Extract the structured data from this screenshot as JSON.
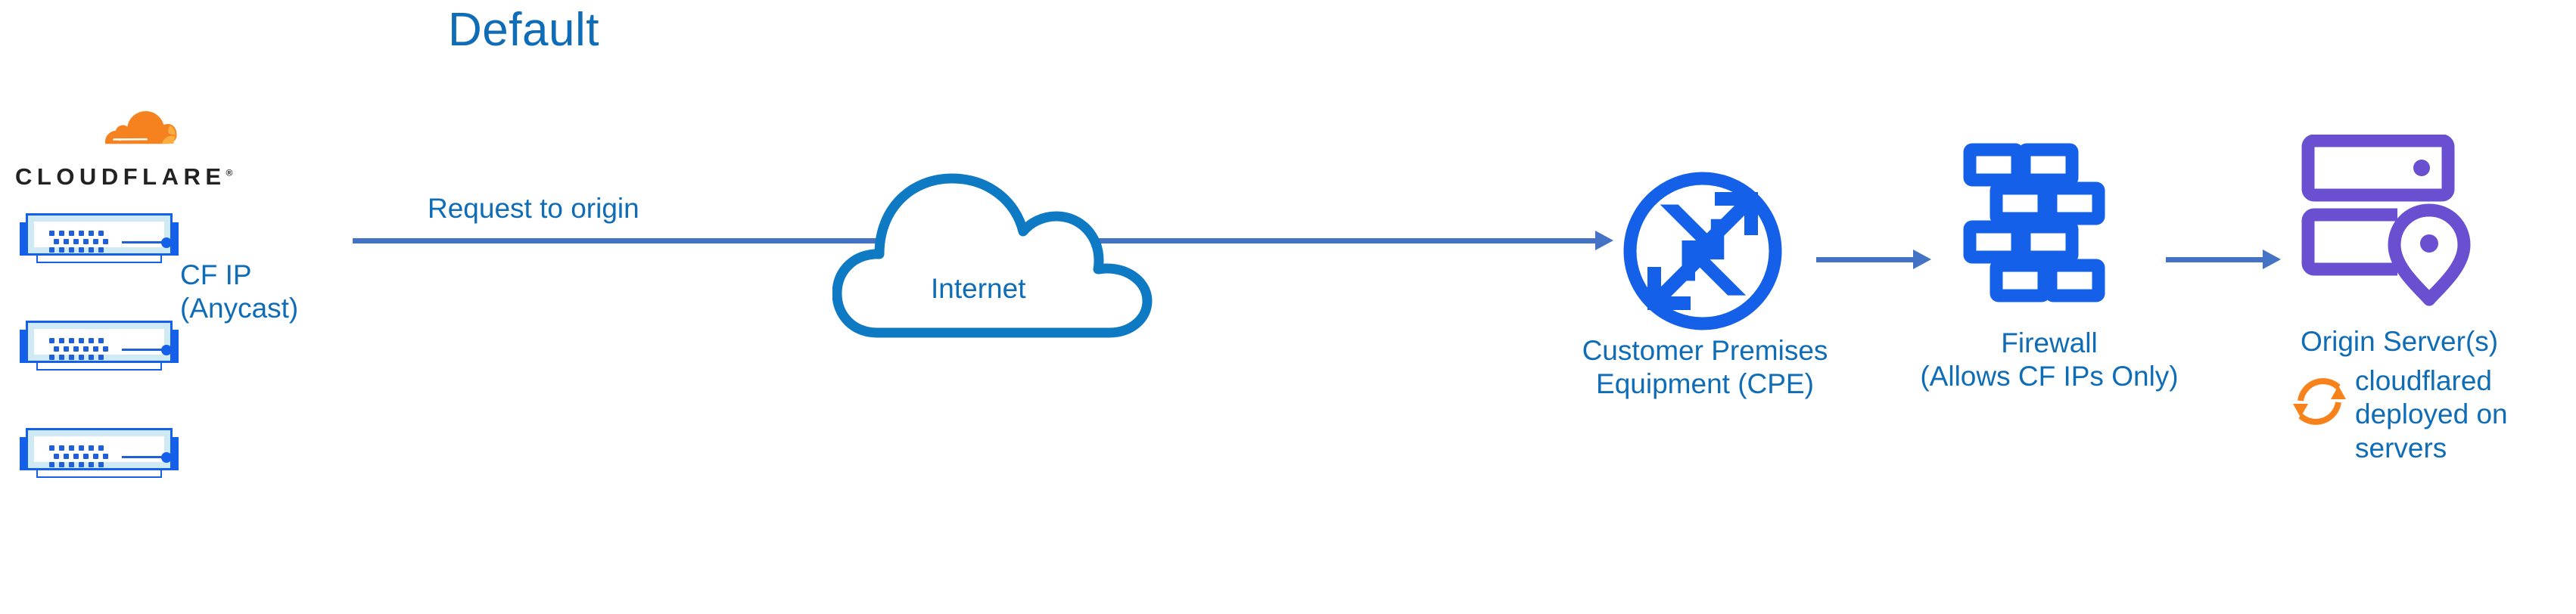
{
  "title": "Default",
  "colors": {
    "title_blue": "#0f6cb6",
    "label_blue": "#0f6cb6",
    "arrow_blue": "#4472c4",
    "icon_blue": "#1560e8",
    "cloud_blue": "#0f7ac4",
    "origin_purple": "#6b4fd1",
    "cloudflare_orange": "#f6821f",
    "cloudflare_orange_light": "#fbad41",
    "wordmark_black": "#222222"
  },
  "logo": {
    "name": "cloudflare-logo",
    "wordmark": "CLOUDFLARE",
    "registered_mark": "®"
  },
  "edge": {
    "servers": [
      {
        "name": "cloudflare-edge-server-1"
      },
      {
        "name": "cloudflare-edge-server-2"
      },
      {
        "name": "cloudflare-edge-server-3"
      }
    ],
    "ip_label": "CF IP\n(Anycast)"
  },
  "flow": {
    "request_label": "Request to origin",
    "arrows": [
      {
        "name": "arrow-edge-to-cpe"
      },
      {
        "name": "arrow-cpe-to-firewall"
      },
      {
        "name": "arrow-firewall-to-origin"
      }
    ]
  },
  "internet": {
    "label": "Internet",
    "icon": "cloud-icon"
  },
  "cpe": {
    "label": "Customer Premises\nEquipment (CPE)",
    "icon": "router-icon"
  },
  "firewall": {
    "label": "Firewall\n(Allows CF IPs Only)",
    "icon": "brick-wall-icon"
  },
  "origin": {
    "label": "Origin Server(s)",
    "icon": "server-rack-pin-icon",
    "note": "cloudflared\ndeployed on\nservers",
    "note_icon": "sync-arrows-icon"
  }
}
